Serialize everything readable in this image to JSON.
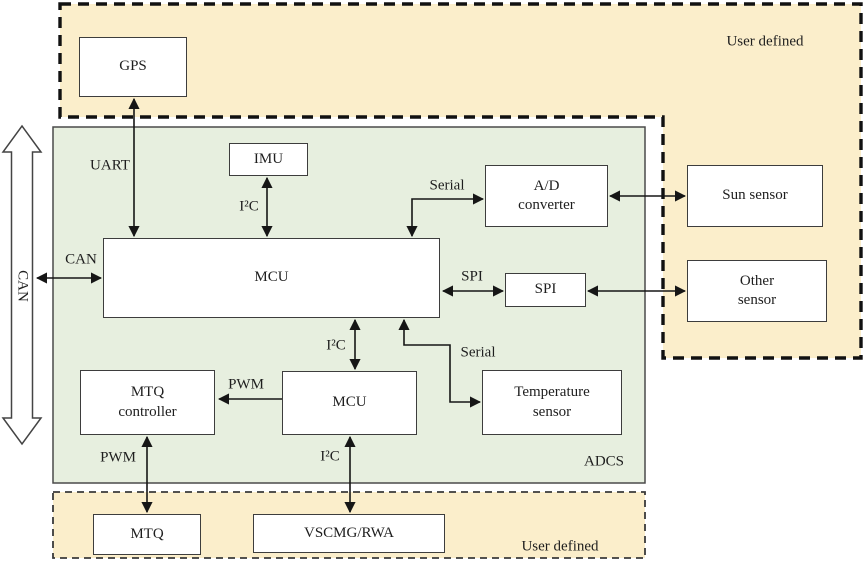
{
  "regions": {
    "user_defined_top": {
      "label": "User defined"
    },
    "user_defined_bottom": {
      "label": "User defined"
    },
    "adcs": {
      "label": "ADCS"
    }
  },
  "nodes": {
    "gps": {
      "label": "GPS"
    },
    "imu": {
      "label": "IMU"
    },
    "mcu_main": {
      "label": "MCU"
    },
    "adc": {
      "label": "A/D\nconverter"
    },
    "spi": {
      "label": "SPI"
    },
    "sun_sensor": {
      "label": "Sun sensor"
    },
    "other_sensor": {
      "label": "Other\nsensor"
    },
    "mtq_controller": {
      "label": "MTQ\ncontroller"
    },
    "mcu_adcs": {
      "label": "MCU"
    },
    "temperature_sensor": {
      "label": "Temperature\nsensor"
    },
    "mtq": {
      "label": "MTQ"
    },
    "vscmg_rwa": {
      "label": "VSCMG/RWA"
    }
  },
  "bus_labels": {
    "uart": "UART",
    "i2c_imu": "I²C",
    "serial_adc": "Serial",
    "can_horizontal": "CAN",
    "can_vertical": "CAN",
    "spi_bus": "SPI",
    "i2c_mcu": "I²C",
    "serial_temp": "Serial",
    "pwm_mcu": "PWM",
    "pwm_mtq": "PWM",
    "i2c_vscmg": "I²C"
  },
  "colors": {
    "user_defined_fill": "#fbeecb",
    "adcs_fill": "#e7efdf",
    "line": "#161616",
    "box_border": "#3d3d3d",
    "dashed_border": "#111111"
  }
}
